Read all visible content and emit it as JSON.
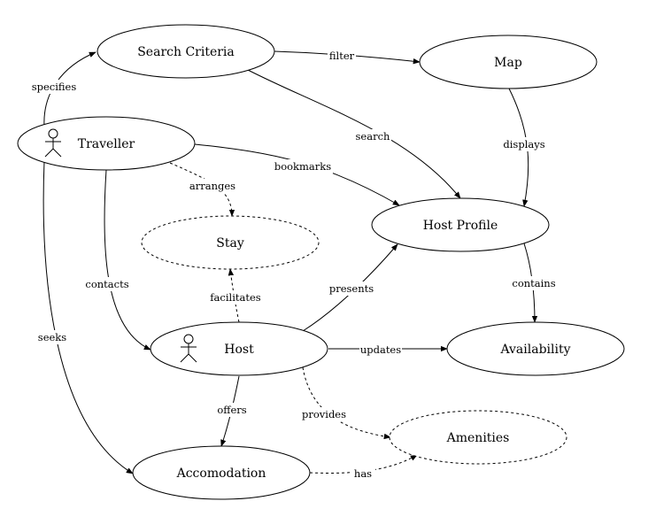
{
  "diagram": {
    "nodes": {
      "search_criteria": {
        "label": "Search Criteria"
      },
      "map": {
        "label": "Map"
      },
      "traveller": {
        "label": "Traveller",
        "icon": "actor-icon"
      },
      "host_profile": {
        "label": "Host Profile"
      },
      "stay": {
        "label": "Stay"
      },
      "host": {
        "label": "Host",
        "icon": "actor-icon"
      },
      "availability": {
        "label": "Availability"
      },
      "amenities": {
        "label": "Amenities"
      },
      "accomodation": {
        "label": "Accomodation"
      }
    },
    "edges": {
      "specifies": "specifies",
      "filter": "filter",
      "search": "search",
      "displays": "displays",
      "bookmarks": "bookmarks",
      "arranges": "arranges",
      "contacts": "contacts",
      "seeks": "seeks",
      "facilitates": "facilitates",
      "presents": "presents",
      "contains": "contains",
      "updates": "updates",
      "offers": "offers",
      "provides": "provides",
      "has": "has"
    }
  }
}
